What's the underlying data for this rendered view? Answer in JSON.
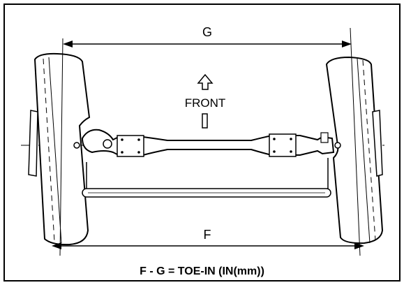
{
  "diagram": {
    "dimension_top": "G",
    "dimension_bottom": "F",
    "direction_label": "FRONT",
    "direction_icon": "arrow-up-icon",
    "caption": "F - G = TOE-IN (IN(mm))"
  }
}
